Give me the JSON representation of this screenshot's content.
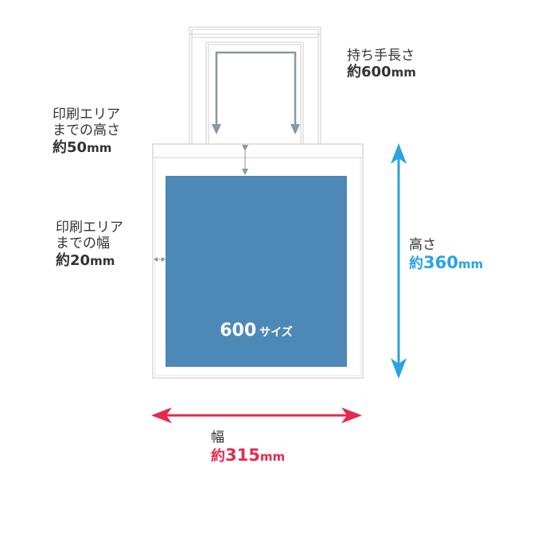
{
  "handle_length": {
    "label": "持ち手長さ",
    "approx": "約",
    "value": "600",
    "unit": "mm"
  },
  "print_top": {
    "line1": "印刷エリア",
    "line2": "までの高さ",
    "approx": "約",
    "value": "50",
    "unit": "mm"
  },
  "print_side": {
    "line1": "印刷エリア",
    "line2": "までの幅",
    "approx": "約",
    "value": "20",
    "unit": "mm"
  },
  "height": {
    "label": "高さ",
    "approx": "約",
    "value": "360",
    "unit": "mm"
  },
  "width": {
    "label": "幅",
    "approx": "約",
    "value": "315",
    "unit": "mm"
  },
  "print_area": {
    "size": "600",
    "suffix": "サイズ"
  },
  "colors": {
    "print_area": "#4d89b6",
    "height_arrow": "#29a3e3",
    "width_arrow": "#e32b4e",
    "outline": "#cfcfcf",
    "guide_arrow": "#8a96a3"
  }
}
